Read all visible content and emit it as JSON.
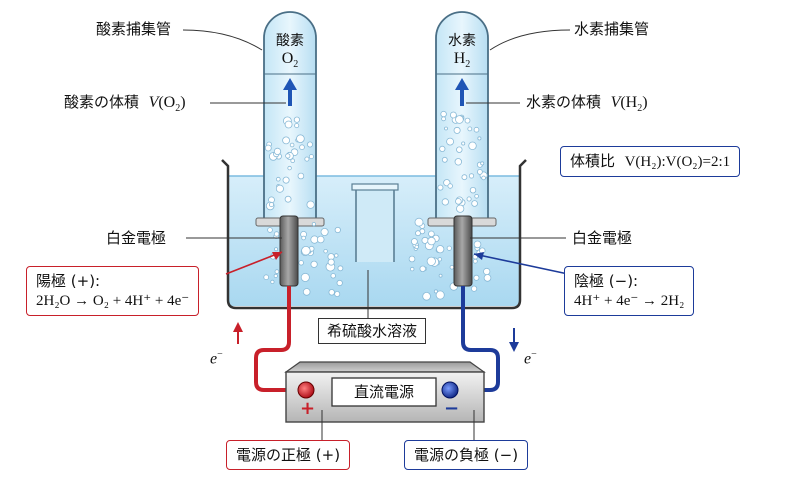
{
  "labels": {
    "oxygen_tube": "酸素捕集管",
    "hydrogen_tube": "水素捕集管",
    "oxygen_in_tube": "酸素",
    "oxygen_formula": "O",
    "oxygen_formula_sub": "2",
    "hydrogen_in_tube": "水素",
    "hydrogen_formula": "H",
    "hydrogen_formula_sub": "2",
    "oxygen_volume_text": "酸素の体積",
    "oxygen_volume_math": "V",
    "oxygen_volume_paren": "(O",
    "oxygen_volume_sub": "2",
    "oxygen_volume_close": ")",
    "hydrogen_volume_text": "水素の体積",
    "hydrogen_volume_math": "V",
    "hydrogen_volume_paren": "(H",
    "hydrogen_volume_sub": "2",
    "hydrogen_volume_close": ")",
    "electrode_left": "白金電極",
    "electrode_right": "白金電極",
    "solution": "希硫酸水溶液",
    "power_supply": "直流電源",
    "electron_left": "e",
    "electron_right": "e",
    "electron_sup": "−",
    "plus_sign": "+",
    "minus_sign": "−"
  },
  "ratio_box": {
    "prefix": "体積比",
    "formula": "V(H₂):V(O₂)=2:1"
  },
  "anode_box": {
    "title": "陽極 (+):",
    "reaction": "2H₂O → O₂ + 4H⁺ + 4e⁻"
  },
  "cathode_box": {
    "title": "陰極 (−):",
    "reaction": "4H⁺ + 4e⁻ → 2H₂"
  },
  "terminal_positive": "電源の正極 (+)",
  "terminal_negative": "電源の負極 (−)",
  "colors": {
    "anode_red": "#c8202a",
    "cathode_blue": "#1d3b9a",
    "water": "#bfe3f4",
    "arrow_blue": "#1f55b5"
  }
}
